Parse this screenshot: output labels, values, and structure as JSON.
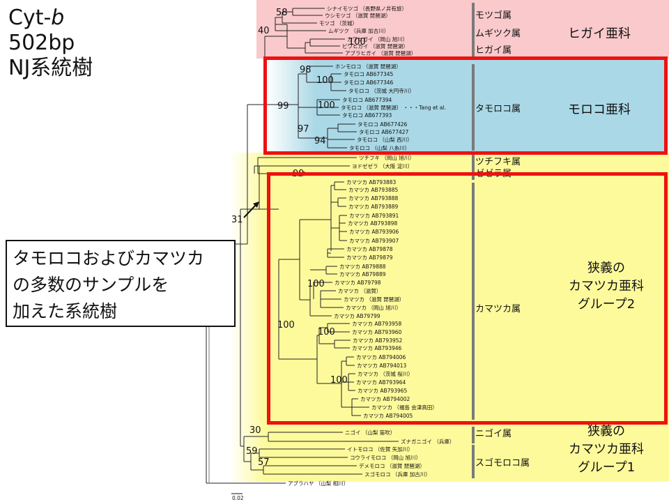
{
  "title": {
    "line1": "Cyt-",
    "line1_italic": "b",
    "line2": "502bp",
    "line3": "NJ系統樹"
  },
  "callout": {
    "line1": "タモロコおよびカマツカ",
    "line2": "の多数のサンプルを",
    "line3": "加えた系統樹"
  },
  "colors": {
    "higai_band": "#f9c9cb",
    "moroko_band": "#aad8e6",
    "kamatsuka_band": "#fdfa9c",
    "red_box": "#ee1111",
    "genus_bar": "#7a7a7a"
  },
  "genera": [
    {
      "id": "motsugo",
      "label": "モツゴ属"
    },
    {
      "id": "mugitsuku",
      "label": "ムギツク属"
    },
    {
      "id": "higai",
      "label": "ヒガイ属"
    },
    {
      "id": "tamoroko",
      "label": "タモロコ属"
    },
    {
      "id": "tsuchifuki",
      "label": "ツチフキ属"
    },
    {
      "id": "zezera",
      "label": "ゼゼラ属"
    },
    {
      "id": "kamatsuka",
      "label": "カマツカ属"
    },
    {
      "id": "nigoi",
      "label": "ニゴイ属"
    },
    {
      "id": "sugomoroko",
      "label": "スゴモロコ属"
    }
  ],
  "subfamilies": {
    "higai": "ヒガイ亜科",
    "moroko": "モロコ亜科",
    "group2": [
      "狭義の",
      "カマツカ亜科",
      "グループ2"
    ],
    "group1": [
      "狭義の",
      "カマツカ亜科",
      "グループ1"
    ]
  },
  "bootstrap": [
    "58",
    "40",
    "100",
    "98",
    "100",
    "99",
    "100",
    "97",
    "94",
    "31",
    "99",
    "100",
    "100",
    "100",
    "100",
    "30",
    "59",
    "57"
  ],
  "leaves": [
    "シナイモツゴ （長野県ノ井有旅）",
    "ウシモツゴ （滋賀 琵琶湖）",
    "モツゴ （茨城）",
    "ムギツク （兵庫 加古川）",
    "カワヒガイ （岡山 旭川）",
    "ビワヒガイ （滋賀 琵琶湖）",
    "アブラヒガイ （滋賀 琵琶湖）",
    "ホンモロコ （滋賀 琵琶湖）",
    "タモロコ AB677345",
    "タモロコ AB677346",
    "タモロコ （茨城 大円寺川）",
    "タモロコ AB677394",
    "タモロコ （滋賀 琵琶湖） ・・・Tang et al.",
    "タモロコ AB677393",
    "タモロコ AB677426",
    "タモロコ AB677427",
    "タモロコ （山梨 西川）",
    "タモロコ （山梨 八糸川）",
    "ツチフキ （岡山 旭川）",
    "ヨドゼゼラ （大阪 淀川）",
    "ゼゼラ",
    "カマツカ AB793883",
    "カマツカ AB793885",
    "カマツカ AB793888",
    "カマツカ AB793889",
    "カマツカ AB793891",
    "カマツカ AB793898",
    "カマツカ AB793906",
    "カマツカ AB793907",
    "カマツカ AB79878",
    "カマツカ AB79879",
    "カマツカ AB79888",
    "カマツカ AB79889",
    "カマツカ AB79798",
    "カマツカ （滋賀）",
    "カマツカ （滋賀 琵琶湖）",
    "カマツカ （岡山 旭川）",
    "カマツカ AB79799",
    "カマツカ AB793958",
    "カマツカ AB793960",
    "カマツカ AB793952",
    "カマツカ AB793946",
    "カマツカ AB794006",
    "カマツカ AB794013",
    "カマツカ （茨城 桜川）",
    "カマツカ AB793964",
    "カマツカ AB793965",
    "カマツカ AB794002",
    "カマツカ （福島 会津高田）",
    "カマツカ AB794005",
    "ニゴイ （山梨 笛吹）",
    "ズナガニゴイ （兵庫）",
    "イトモロコ （佐賀 矢加川）",
    "コウライモロコ （岡山 旭川）",
    "デメモロコ （滋賀 琵琶湖）",
    "スゴモロコ （兵庫 加古川）",
    "アブラハヤ （山梨 相川）"
  ],
  "scale_label": "0.02"
}
